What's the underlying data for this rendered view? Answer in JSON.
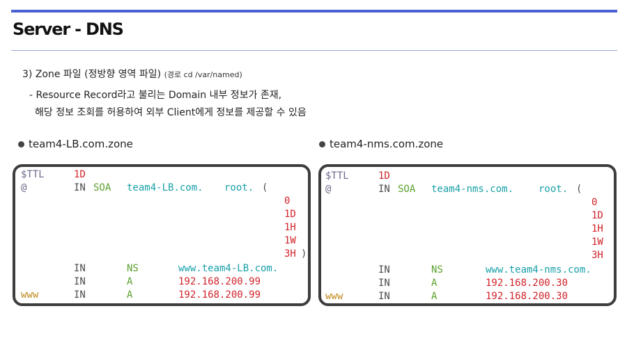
{
  "page": {
    "title": "Server - DNS"
  },
  "section": {
    "heading": "3) Zone 파일 (정방향 영역 파일)",
    "path_note": "(경로 cd /var/named)",
    "desc_line1": "- Resource Record라고 불리는 Domain 내부 정보가 존재,",
    "desc_line2": "해당 정보 조회를 허용하여 외부 Client에게 정보를 제공할 수 있음"
  },
  "zones": [
    {
      "caption": "team4-LB.com.zone",
      "ttl_label": "$TTL",
      "ttl_value": "1D",
      "origin": "@",
      "soa_class": "IN",
      "soa_type": "SOA",
      "soa_ns": "team4-LB.com.",
      "soa_mail": "root.",
      "open_paren": "(",
      "serial": "0",
      "refresh": "1D",
      "retry": "1H",
      "expire": "1W",
      "minimum": "3H",
      "close_paren": ")",
      "records": [
        {
          "name": "",
          "class": "IN",
          "type": "NS",
          "value": "www.team4-LB.com."
        },
        {
          "name": "",
          "class": "IN",
          "type": "A",
          "value": "192.168.200.99"
        },
        {
          "name": "www",
          "class": "IN",
          "type": "A",
          "value": "192.168.200.99"
        }
      ]
    },
    {
      "caption": "team4-nms.com.zone",
      "ttl_label": "$TTL",
      "ttl_value": "1D",
      "origin": "@",
      "soa_class": "IN",
      "soa_type": "SOA",
      "soa_ns": "team4-nms.com.",
      "soa_mail": "root.",
      "open_paren": "(",
      "serial": "0",
      "refresh": "1D",
      "retry": "1H",
      "expire": "1W",
      "minimum": "3H",
      "records": [
        {
          "name": "",
          "class": "IN",
          "type": "NS",
          "value": "www.team4-nms.com."
        },
        {
          "name": "",
          "class": "IN",
          "type": "A",
          "value": "192.168.200.30"
        },
        {
          "name": "www",
          "class": "IN",
          "type": "A",
          "value": "192.168.200.30"
        }
      ]
    }
  ],
  "colors": {
    "accent_bar": "#4a5fd0",
    "keyword_green": "#5aa02c",
    "domain_teal": "#17a0a8",
    "value_red": "#d0232a",
    "host_orange": "#c08a1a"
  }
}
